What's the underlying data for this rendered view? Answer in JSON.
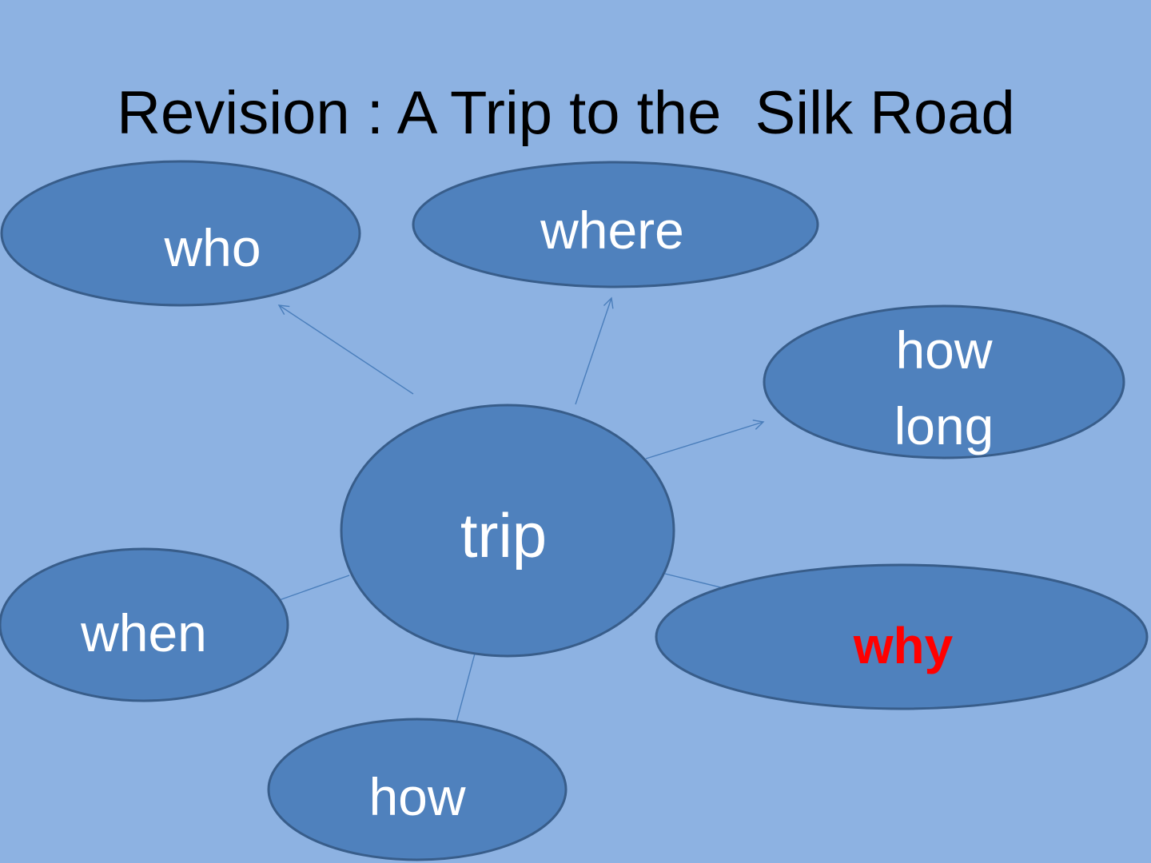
{
  "slide": {
    "title": "Revision : A Trip to the  Silk Road"
  },
  "diagram": {
    "center": "trip",
    "nodes": {
      "who": "who",
      "where": "where",
      "how_long_line1": "how",
      "how_long_line2": "long",
      "when": "when",
      "why": "why",
      "how": "how"
    }
  },
  "colors": {
    "background": "#8db2e2",
    "node_fill": "#4f81bd",
    "node_stroke": "#385d8a",
    "highlight_text": "#ff0000"
  }
}
